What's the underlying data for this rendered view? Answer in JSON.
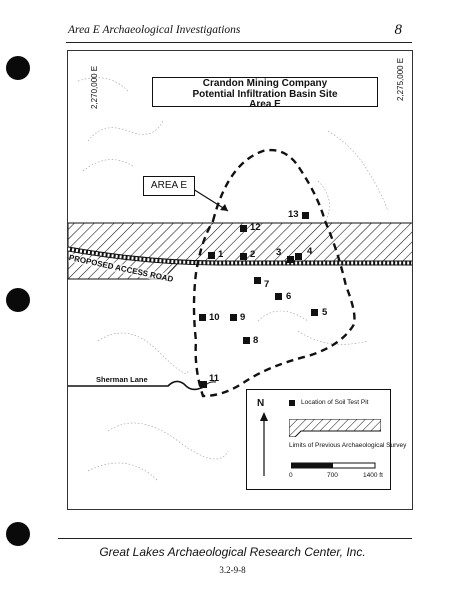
{
  "header": {
    "title": "Area E Archaeological Investigations",
    "page_number": "8"
  },
  "map": {
    "title_lines": [
      "Crandon Mining Company",
      "Potential Infiltration Basin Site",
      "Area E"
    ],
    "coord_left": "2,270,000 E",
    "coord_right": "2,275,000 E",
    "area_label": "AREA E",
    "road_label": "PROPOSED ACCESS ROAD",
    "lane_label": "Sherman Lane",
    "pits": [
      {
        "label": "1"
      },
      {
        "label": "2"
      },
      {
        "label": "3"
      },
      {
        "label": "4"
      },
      {
        "label": "5"
      },
      {
        "label": "6"
      },
      {
        "label": "7"
      },
      {
        "label": "8"
      },
      {
        "label": "9"
      },
      {
        "label": "10"
      },
      {
        "label": "11"
      },
      {
        "label": "12"
      },
      {
        "label": "13"
      }
    ]
  },
  "legend": {
    "north": "N",
    "pit_label": "Location of Soil Test Pit",
    "survey_label": "Limits of Previous Archaeological Survey",
    "scale_ticks": [
      "0",
      "700",
      "1400 ft"
    ]
  },
  "footer": {
    "org": "Great Lakes Archaeological Research Center, Inc.",
    "code": "3.2-9-8"
  }
}
